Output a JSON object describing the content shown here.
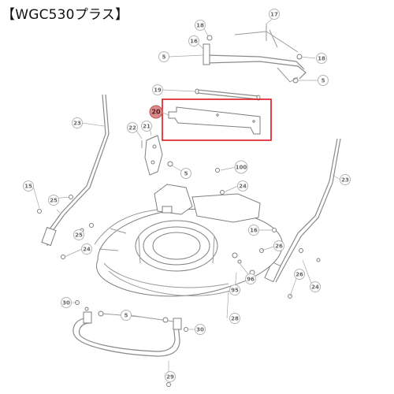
{
  "title": "【WGC530プラス】",
  "colors": {
    "highlight_box": "#e0141e",
    "highlight_callout": "#d98a8a",
    "line": "#8a8a8a"
  },
  "callouts": [
    {
      "label": "17"
    },
    {
      "label": "18"
    },
    {
      "label": "16"
    },
    {
      "label": "5"
    },
    {
      "label": "18"
    },
    {
      "label": "5"
    },
    {
      "label": "19"
    },
    {
      "label": "20",
      "highlighted": true
    },
    {
      "label": "23"
    },
    {
      "label": "22"
    },
    {
      "label": "21"
    },
    {
      "label": "5"
    },
    {
      "label": "100"
    },
    {
      "label": "23"
    },
    {
      "label": "15"
    },
    {
      "label": "25"
    },
    {
      "label": "24"
    },
    {
      "label": "16"
    },
    {
      "label": "25"
    },
    {
      "label": "26"
    },
    {
      "label": "24"
    },
    {
      "label": "26"
    },
    {
      "label": "24"
    },
    {
      "label": "96"
    },
    {
      "label": "95"
    },
    {
      "label": "28"
    },
    {
      "label": "30"
    },
    {
      "label": "5"
    },
    {
      "label": "30"
    },
    {
      "label": "29"
    }
  ]
}
